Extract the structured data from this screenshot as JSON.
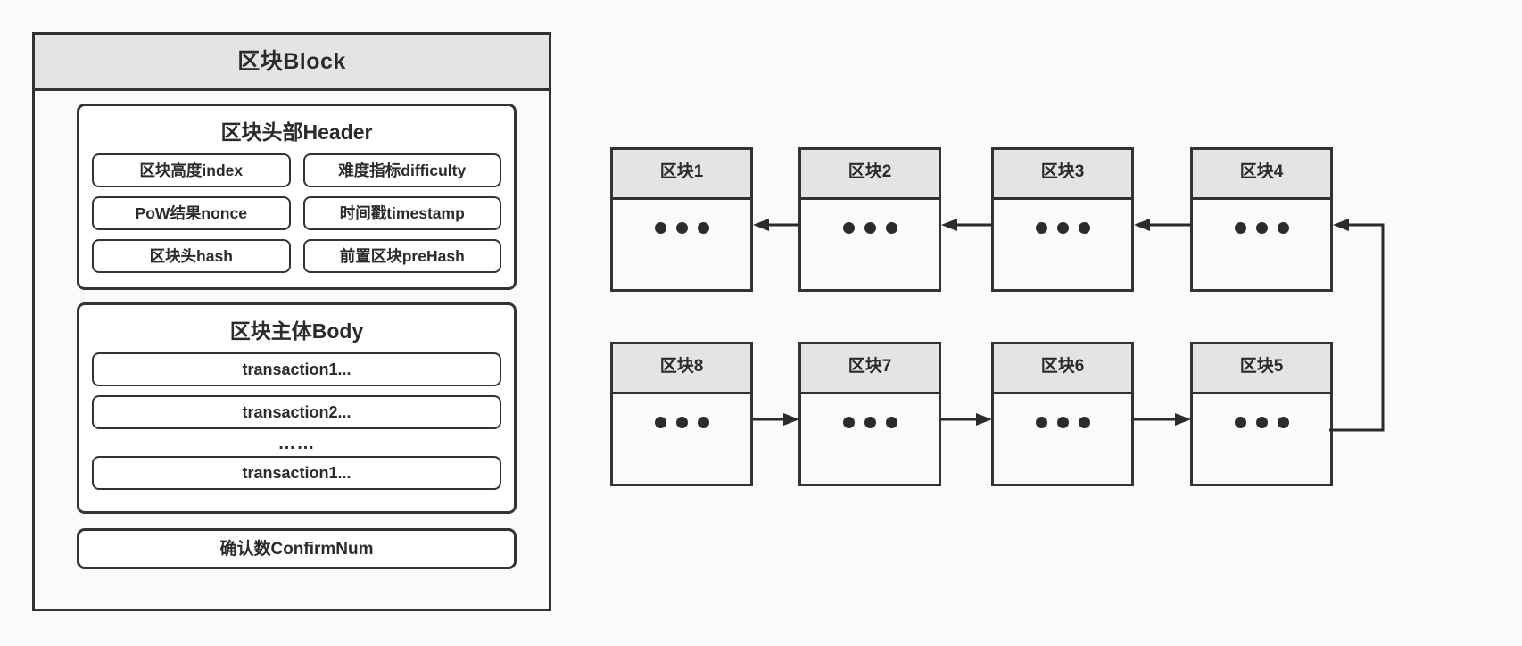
{
  "diagram": {
    "title": "区块Block"
  },
  "block_panel": {
    "title": "区块Block",
    "header": {
      "title": "区块头部Header",
      "rows": [
        {
          "left": "区块高度index",
          "right": "难度指标difficulty"
        },
        {
          "left": "PoW结果nonce",
          "right": "时间戳timestamp"
        },
        {
          "left": "区块头hash",
          "right": "前置区块preHash"
        }
      ]
    },
    "body": {
      "title": "区块主体Body",
      "transactions": [
        "transaction1...",
        "transaction2..."
      ],
      "ellipsis": "……",
      "last_transaction": "transaction1..."
    },
    "confirm": "确认数ConfirmNum"
  },
  "chain": {
    "top_row": [
      {
        "label": "区块1"
      },
      {
        "label": "区块2"
      },
      {
        "label": "区块3"
      },
      {
        "label": "区块4"
      }
    ],
    "bottom_row": [
      {
        "label": "区块8"
      },
      {
        "label": "区块7"
      },
      {
        "label": "区块6"
      },
      {
        "label": "区块5"
      }
    ],
    "dots_glyph": "•••",
    "top_arrow_direction": "left",
    "bottom_arrow_direction": "right",
    "wrap_arrow_direction": "left"
  },
  "colors": {
    "page_background": "#fafafa",
    "stroke": "#333333",
    "header_fill": "#e4e4e4",
    "box_fill": "#ffffff",
    "text": "#2b2b2b"
  }
}
